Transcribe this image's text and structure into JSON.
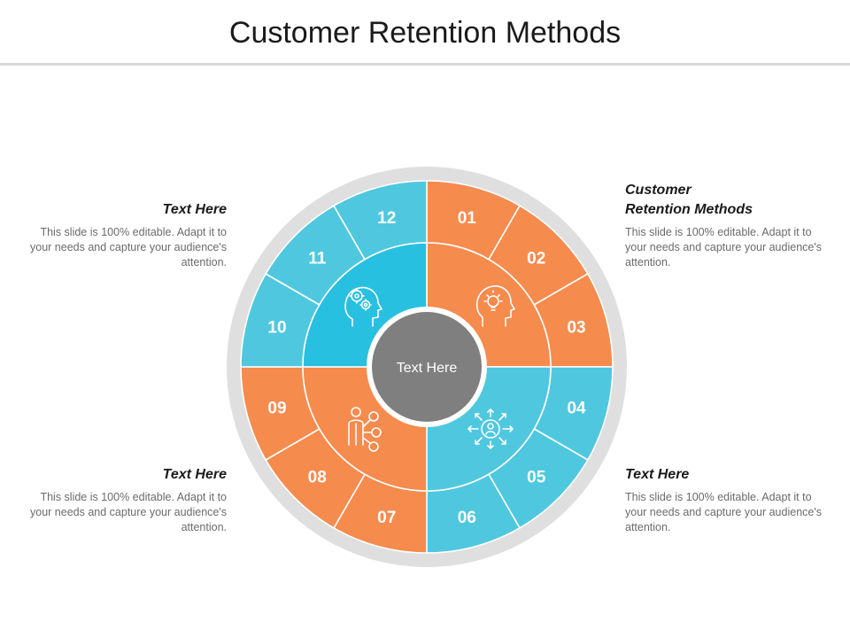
{
  "header": {
    "title": "Customer Retention Methods"
  },
  "wheel": {
    "center_label": "Text Here",
    "segments": [
      "01",
      "02",
      "03",
      "04",
      "05",
      "06",
      "07",
      "08",
      "09",
      "10",
      "11",
      "12"
    ],
    "colors": {
      "orange": "#F68B4E",
      "cyan": "#4FC8DF",
      "cyan_dark": "#28C0E0",
      "gray": "#7F7F7F",
      "ring": "#DFDFDF"
    },
    "icons": [
      "lightbulb-head-icon",
      "network-person-icon",
      "person-connections-icon",
      "gear-head-icon"
    ]
  },
  "blocks": {
    "top_left": {
      "heading": "Text Here",
      "body": "This slide is 100% editable. Adapt it to your needs and capture your audience's attention."
    },
    "top_right": {
      "heading_line1": "Customer",
      "heading_line2": "Retention Methods",
      "body": "This slide is 100% editable. Adapt it to your needs and capture your audience's attention."
    },
    "bottom_left": {
      "heading": "Text Here",
      "body": "This slide is 100% editable. Adapt it to your needs and capture your audience's attention."
    },
    "bottom_right": {
      "heading": "Text Here",
      "body": "This slide is 100% editable. Adapt it to your needs and capture your audience's attention."
    }
  }
}
